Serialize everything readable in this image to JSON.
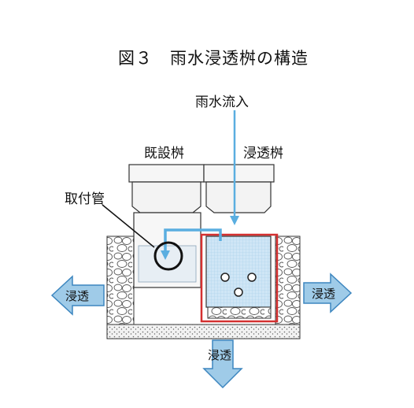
{
  "title": "図３　雨水浸透桝の構造",
  "labels": {
    "rainwater_inflow": "雨水流入",
    "existing_basin": "既設桝",
    "infiltration_basin": "浸透桝",
    "connection_pipe": "取付管"
  },
  "flows": {
    "left": "浸透",
    "right": "浸透",
    "bottom": "浸透"
  },
  "colors": {
    "water": "#5aaee0",
    "arrow": "#9fcbe8",
    "arrow_stroke": "#3d86bf",
    "frame": "#d43030"
  }
}
